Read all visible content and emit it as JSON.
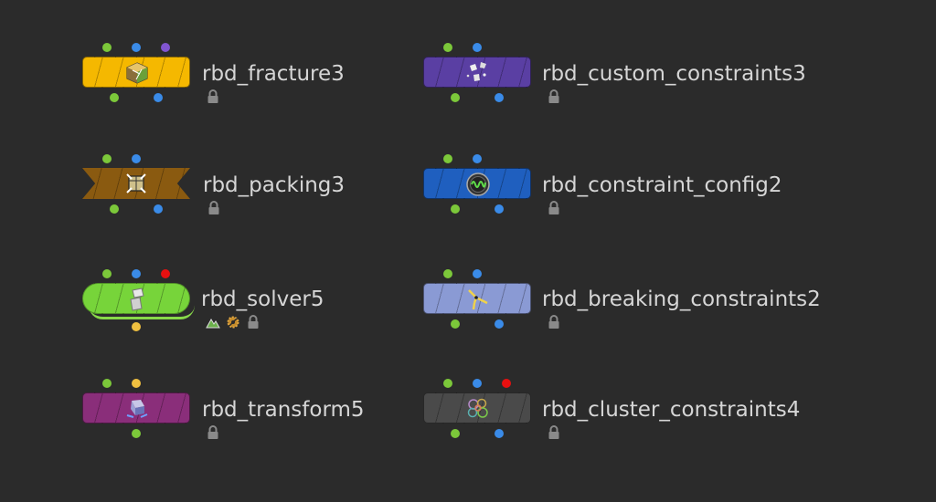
{
  "network": {
    "nodes": [
      {
        "name": "rbd_fracture3",
        "color": "#f5b800",
        "shape": "rect",
        "icon": "fracture-cube-icon",
        "inputs": [
          "#7cc83a",
          "#3a8be8",
          "#8055d0"
        ],
        "outputs": [
          "#7cc83a",
          "#3a8be8"
        ],
        "flags": [
          "lock-icon"
        ]
      },
      {
        "name": "rbd_custom_constraints3",
        "color": "#5a3fa3",
        "shape": "rect",
        "icon": "debris-pieces-icon",
        "inputs": [
          "#7cc83a",
          "#3a8be8"
        ],
        "outputs": [
          "#7cc83a",
          "#3a8be8"
        ],
        "flags": [
          "lock-icon"
        ]
      },
      {
        "name": "rbd_packing3",
        "color": "#8a5a10",
        "shape": "bowtie",
        "icon": "package-icon",
        "inputs": [
          "#7cc83a",
          "#3a8be8"
        ],
        "outputs": [
          "#7cc83a",
          "#3a8be8"
        ],
        "flags": [
          "lock-icon"
        ]
      },
      {
        "name": "rbd_constraint_config2",
        "color": "#1f5fbf",
        "shape": "rect",
        "icon": "wave-circle-icon",
        "inputs": [
          "#7cc83a",
          "#3a8be8"
        ],
        "outputs": [
          "#7cc83a",
          "#3a8be8"
        ],
        "flags": [
          "lock-icon"
        ]
      },
      {
        "name": "rbd_solver5",
        "color": "#77d43a",
        "shape": "pill",
        "icon": "solver-block-icon",
        "inputs": [
          "#7cc83a",
          "#3a8be8",
          "#e81010"
        ],
        "outputs": [
          "#f0c040"
        ],
        "flags": [
          "mountain-icon",
          "gear-icon",
          "lock-icon"
        ]
      },
      {
        "name": "rbd_breaking_constraints2",
        "color": "#8a9ad4",
        "shape": "rect",
        "icon": "break-link-icon",
        "inputs": [
          "#7cc83a",
          "#3a8be8"
        ],
        "outputs": [
          "#7cc83a",
          "#3a8be8"
        ],
        "flags": [
          "lock-icon"
        ]
      },
      {
        "name": "rbd_transform5",
        "color": "#8a2e7a",
        "shape": "rect",
        "icon": "transform-cube-icon",
        "inputs": [
          "#7cc83a",
          "#f0c040"
        ],
        "outputs": [
          "#7cc83a"
        ],
        "flags": [
          "lock-icon"
        ]
      },
      {
        "name": "rbd_cluster_constraints4",
        "color": "#4a4a4a",
        "shape": "rect",
        "icon": "cluster-circles-icon",
        "inputs": [
          "#7cc83a",
          "#3a8be8",
          "#e81010"
        ],
        "outputs": [
          "#7cc83a",
          "#3a8be8"
        ],
        "flags": [
          "lock-icon"
        ]
      }
    ]
  }
}
